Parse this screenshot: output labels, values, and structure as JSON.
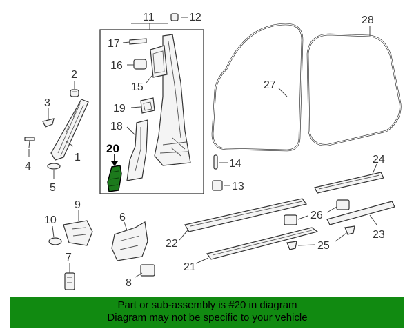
{
  "callouts": {
    "c1": "1",
    "c2": "2",
    "c3": "3",
    "c4": "4",
    "c5": "5",
    "c6": "6",
    "c7": "7",
    "c8": "8",
    "c9": "9",
    "c10": "10",
    "c11": "11",
    "c12": "12",
    "c13": "13",
    "c14": "14",
    "c15": "15",
    "c16": "16",
    "c17": "17",
    "c18": "18",
    "c19": "19",
    "c20": "20",
    "c21": "21",
    "c22": "22",
    "c23": "23",
    "c24": "24",
    "c25": "25",
    "c26": "26",
    "c27": "27",
    "c28": "28"
  },
  "highlight": {
    "part_number": "20",
    "color": "#118a11"
  },
  "banner": {
    "line1": "Part or sub-assembly is #20 in diagram",
    "line2": "Diagram may not be specific to your vehicle"
  }
}
